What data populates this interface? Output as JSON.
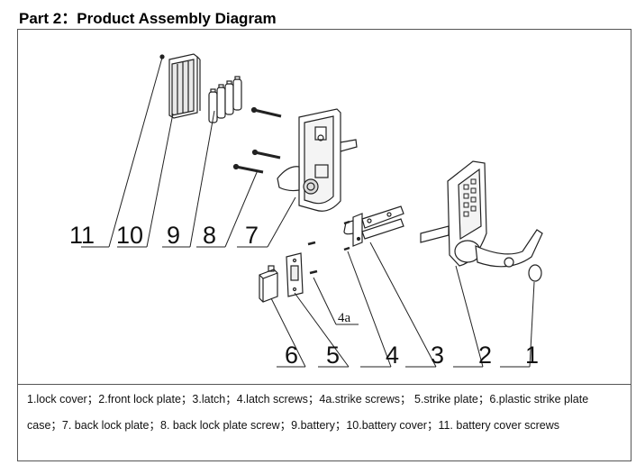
{
  "title": "Part 2：Product Assembly Diagram",
  "callouts": {
    "c11": "11",
    "c10": "10",
    "c9": "9",
    "c8": "8",
    "c7": "7",
    "c6": "6",
    "c5": "5",
    "c4a": "4a",
    "c4": "4",
    "c3": "3",
    "c2": "2",
    "c1": "1"
  },
  "caption": "1.lock cover；2.front lock plate；3.latch；4.latch screws；4a.strike screws； 5.strike plate；6.plastic strike plate case；7. back lock plate；8. back lock plate screw；9.battery；10.battery cover；11. battery cover screws"
}
